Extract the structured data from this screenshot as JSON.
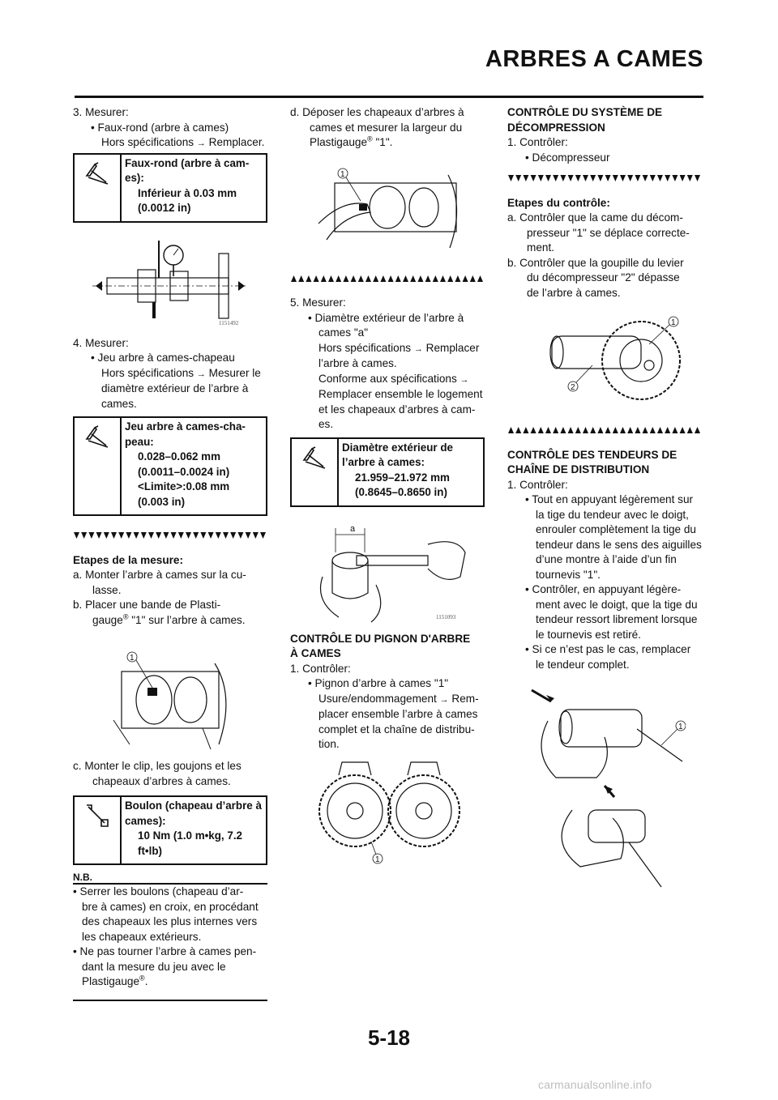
{
  "header": {
    "title": "ARBRES A CAMES"
  },
  "col1": {
    "s3_title": "3.  Mesurer:",
    "s3_bullet": "• Faux-rond (arbre à cames)",
    "s3_hors": "Hors spécifications",
    "s3_action": "Remplacer.",
    "spec1_title": "Faux-rond (arbre à cam-es):",
    "spec1_val1": "Inférieur à 0.03 mm",
    "spec1_val2": "(0.0012 in)",
    "fig1_label": "1151492",
    "s4_title": "4.  Mesurer:",
    "s4_bullet": "• Jeu arbre à cames-chapeau",
    "s4_hors": "Hors spécifications",
    "s4_action1": "Mesurer le",
    "s4_action2": "diamètre extérieur de l’arbre à",
    "s4_action3": "cames.",
    "spec2_title": "Jeu arbre à cames-cha-peau:",
    "spec2_val1": "0.028–0.062 mm",
    "spec2_val2": "(0.0011–0.0024 in)",
    "spec2_val3": "<Limite>:0.08 mm",
    "spec2_val4": "(0.003 in)",
    "etapes_title": "Etapes de la mesure:",
    "step_a1": "a.  Monter l’arbre à cames sur la cu-",
    "step_a2": "lasse.",
    "step_b1": "b.  Placer une bande de Plasti-",
    "step_b2a": "gauge",
    "reg": "®",
    "step_b2b": " \"1\" sur l’arbre à cames.",
    "fig2_callout": "1",
    "step_c1": "c.  Monter le clip, les goujons et les",
    "step_c2": "chapeaux d’arbres à cames.",
    "spec3_title": "Boulon (chapeau d’arbre à cames):",
    "spec3_val1": "10 Nm (1.0 m•kg, 7.2",
    "spec3_val2": "ft•lb)",
    "nb_label": "N.B.",
    "nb1_1": "• Serrer les boulons (chapeau d’ar-",
    "nb1_2": "bre à cames) en croix, en procédant",
    "nb1_3": "des chapeaux les plus internes vers",
    "nb1_4": "les chapeaux extérieurs.",
    "nb2_1": "• Ne pas tourner l’arbre à cames pen-",
    "nb2_2": "dant la mesure du jeu avec le",
    "nb2_3": "Plastigauge",
    "nb2_end": "."
  },
  "col2": {
    "step_d1": "d.  Déposer les chapeaux d’arbres à",
    "step_d2": "cames et mesurer la largeur du",
    "step_d3a": "Plastigauge",
    "step_d3b": " \"1\".",
    "fig3_callout": "1",
    "s5_title": "5.  Mesurer:",
    "s5_b1": "• Diamètre extérieur de l’arbre à",
    "s5_b2": "cames \"a\"",
    "s5_hors": "Hors spécifications",
    "s5_act1": "Remplacer",
    "s5_act2": "l’arbre à cames.",
    "s5_conf": "Conforme aux spécifications",
    "s5_act3": "Remplacer ensemble le logement",
    "s5_act4": "et les chapeaux d’arbres à cam-",
    "s5_act5": "es.",
    "spec4_title": "Diamètre extérieur de l’arbre à cames:",
    "spec4_val1": "21.959–21.972 mm",
    "spec4_val2": "(0.8645–0.8650 in)",
    "fig4_callout": "a",
    "fig4_label": "1151093",
    "pignon_title1": "CONTRÔLE DU PIGNON D'ARBRE",
    "pignon_title2": "À CAMES",
    "pignon_1": "1.  Contrôler:",
    "pignon_b1": "• Pignon d’arbre à cames \"1\"",
    "pignon_b2a": "Usure/endommagement",
    "pignon_b2b": "Rem-",
    "pignon_b3": "placer ensemble l’arbre à cames",
    "pignon_b4": "complet et la chaîne de distribu-",
    "pignon_b5": "tion.",
    "fig5_callout": "1"
  },
  "col3": {
    "decomp_title1": "CONTRÔLE DU SYSTÈME DE",
    "decomp_title2": "DÉCOMPRESSION",
    "decomp_1": "1.  Contrôler:",
    "decomp_b1": "• Décompresseur",
    "etapes_title": "Etapes du contrôle:",
    "step_a1": "a.  Contrôler que la came du décom-",
    "step_a2": "presseur \"1\" se déplace correcte-",
    "step_a3": "ment.",
    "step_b1": "b.  Contrôler que la goupille du levier",
    "step_b2": "du décompresseur \"2\" dépasse",
    "step_b3": "de l’arbre à cames.",
    "fig6_callout1": "1",
    "fig6_callout2": "2",
    "tend_title1": "CONTRÔLE DES TENDEURS DE",
    "tend_title2": "CHAÎNE DE DISTRIBUTION",
    "tend_1": "1.  Contrôler:",
    "tend_b1_1": "• Tout en appuyant légèrement sur",
    "tend_b1_2": "la tige du tendeur avec le doigt,",
    "tend_b1_3": "enrouler complètement la tige du",
    "tend_b1_4": "tendeur dans le sens des aiguilles",
    "tend_b1_5": "d’une montre à l’aide d’un fin",
    "tend_b1_6": "tournevis \"1\".",
    "tend_b2_1": "• Contrôler, en appuyant légère-",
    "tend_b2_2": "ment avec le doigt, que la tige du",
    "tend_b2_3": "tendeur ressort librement lorsque",
    "tend_b2_4": "le tournevis est retiré.",
    "tend_b3_1": "• Si ce n’est pas le cas, remplacer",
    "tend_b3_2": "le tendeur complet.",
    "fig7_callout": "1"
  },
  "arrow": "→",
  "page_number": "5-18",
  "footer_url": "carmanualsonline.info"
}
